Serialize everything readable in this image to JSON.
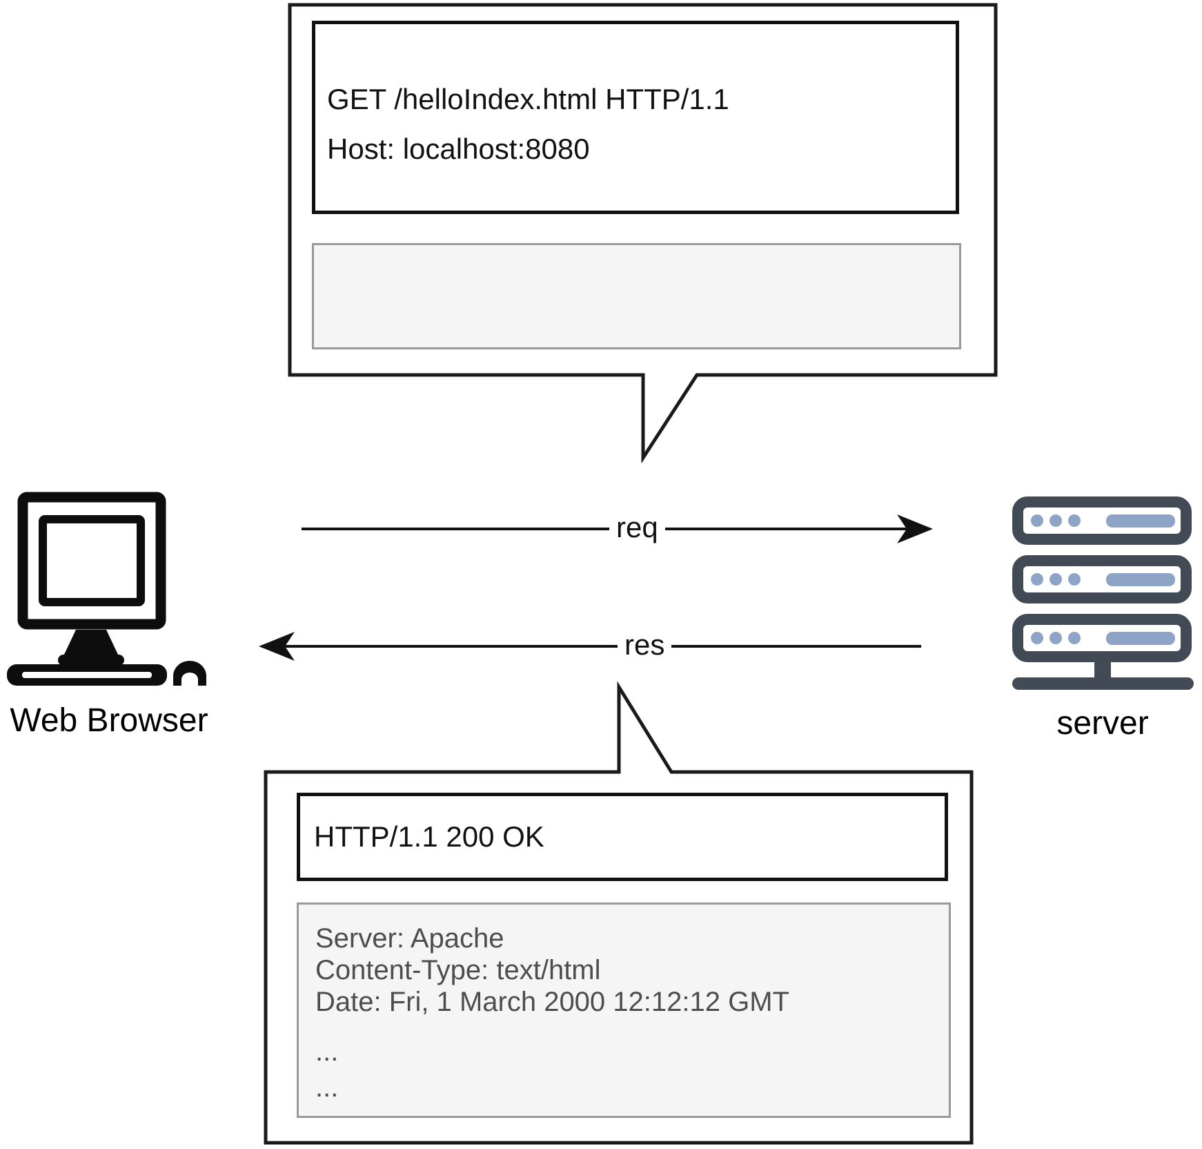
{
  "request_bubble": {
    "request_line": "GET /helloIndex.html HTTP/1.1",
    "host_line": "Host: localhost:8080"
  },
  "response_bubble": {
    "status_line": "HTTP/1.1 200 OK",
    "headers": [
      "Server: Apache",
      "Content-Type: text/html",
      "Date: Fri, 1 March 2000 12:12:12 GMT",
      "...",
      "..."
    ]
  },
  "nodes": {
    "client_label": "Web Browser",
    "server_label": "server"
  },
  "arrows": {
    "request_label": "req",
    "response_label": "res"
  },
  "colors": {
    "outline": "#1a1a1a",
    "box_border": "#111111",
    "gray_box_bg": "#f5f5f5",
    "gray_box_border": "#999999",
    "header_text": "#4d4d4d",
    "server_icon_dark": "#424a55",
    "server_icon_accent": "#8da4c6"
  }
}
